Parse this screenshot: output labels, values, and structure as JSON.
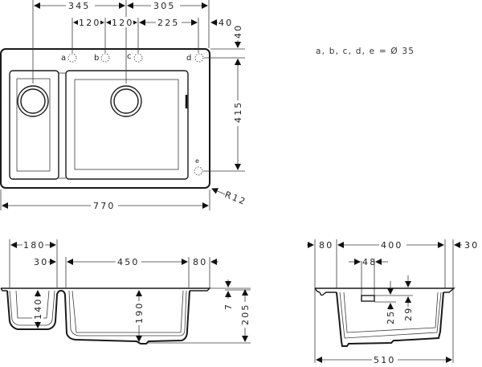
{
  "legend": {
    "text": "a, b, c, d, e = Ø 35"
  },
  "top_view": {
    "dims": {
      "d345": "345",
      "d305": "305",
      "d120a": "120",
      "d120b": "120",
      "d225": "225",
      "d40h": "40",
      "d40v": "40",
      "d415": "415",
      "d770": "770",
      "r12": "R12"
    },
    "holes": {
      "a": "a",
      "b": "b",
      "c": "c",
      "d": "d",
      "e": "e"
    }
  },
  "front_section": {
    "dims": {
      "d180": "180",
      "d30": "30",
      "d450": "450",
      "d80": "80",
      "d140": "140",
      "d190": "190",
      "d7": "7",
      "d205": "205"
    }
  },
  "side_section": {
    "dims": {
      "d80": "80",
      "d400": "400",
      "d30": "30",
      "d48": "48",
      "d25": "25",
      "d29": "29",
      "d510": "510"
    }
  }
}
